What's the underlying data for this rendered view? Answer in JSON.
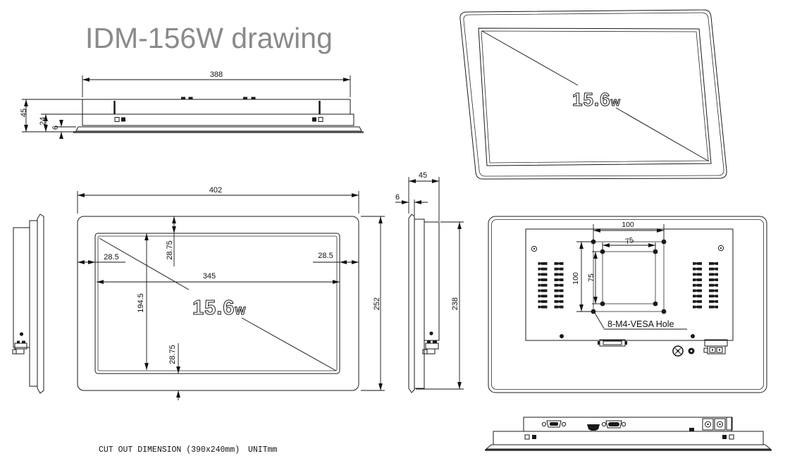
{
  "title": "IDM-156W drawing",
  "screen": {
    "size": "15.6",
    "suffix": "w"
  },
  "dimensions": {
    "top_profile": {
      "width": "388",
      "total_depth": "45",
      "body_depth": "24",
      "bezel_depth": "6"
    },
    "front": {
      "overall_width": "402",
      "overall_height": "252",
      "display_width": "345",
      "display_height": "194.5",
      "margin_left": "28.5",
      "margin_right": "28.5",
      "margin_top": "28.75",
      "margin_bottom": "28.75"
    },
    "side": {
      "depth": "45",
      "bezel_thickness": "6",
      "body_height": "238"
    },
    "rear": {
      "vesa_width_100": "100",
      "vesa_width_75": "75",
      "vesa_height_100": "100",
      "vesa_height_75": "75",
      "vesa_label": "8-M4-VESA Hole"
    }
  },
  "footer": {
    "cutout_text": "CUT OUT DIMENSION (390x240mm)",
    "unit_text": "UNITmm"
  }
}
